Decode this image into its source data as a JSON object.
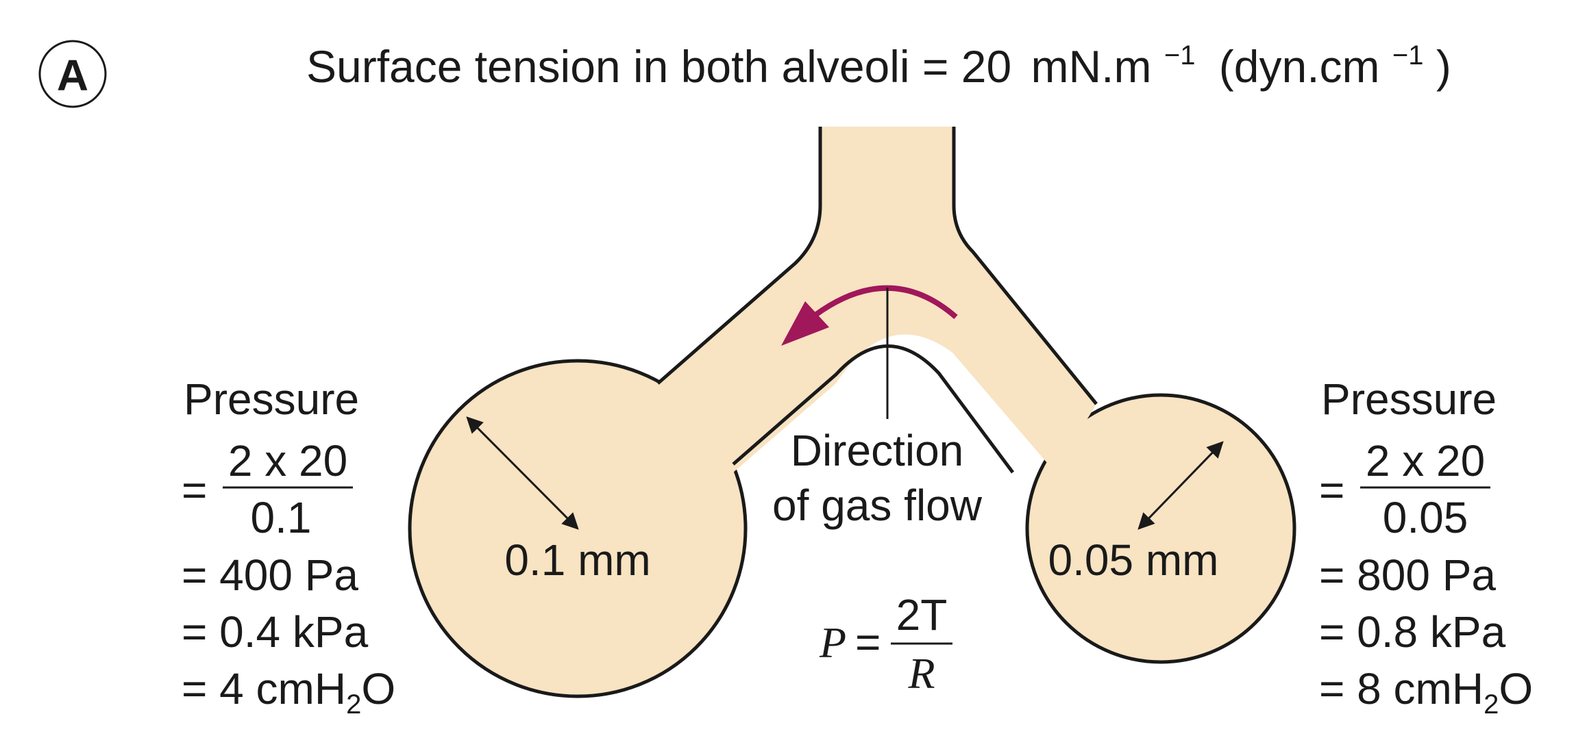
{
  "panel_label": "A",
  "title": {
    "main": "Surface tension in both alveoli = 20",
    "unit1": "mN.m",
    "exp1": "−1",
    "unit2": "(dyn.cm",
    "exp2": "−1",
    "close": ")"
  },
  "left_alveolus": {
    "radius_label": "0.1 mm",
    "pressure_heading": "Pressure",
    "eq_sign": "=",
    "numerator": "2 x 20",
    "denominator": "0.1",
    "line1": "= 400 Pa",
    "line2": "= 0.4 kPa",
    "line3_prefix": "= 4 cmH",
    "line3_sub": "2",
    "line3_suffix": "O"
  },
  "right_alveolus": {
    "radius_label": "0.05 mm",
    "pressure_heading": "Pressure",
    "eq_sign": "=",
    "numerator": "2 x 20",
    "denominator": "0.05",
    "line1": "= 800 Pa",
    "line2": "= 0.8 kPa",
    "line3_prefix": "= 8 cmH",
    "line3_sub": "2",
    "line3_suffix": "O"
  },
  "flow": {
    "line1": "Direction",
    "line2": "of gas flow"
  },
  "formula": {
    "lhs": "P",
    "eq": "=",
    "numerator": "2T",
    "denominator": "R"
  },
  "colors": {
    "alveolus_fill": "#f8e3c2",
    "outline": "#1a1a1a",
    "flow_arrow": "#a0175a"
  }
}
